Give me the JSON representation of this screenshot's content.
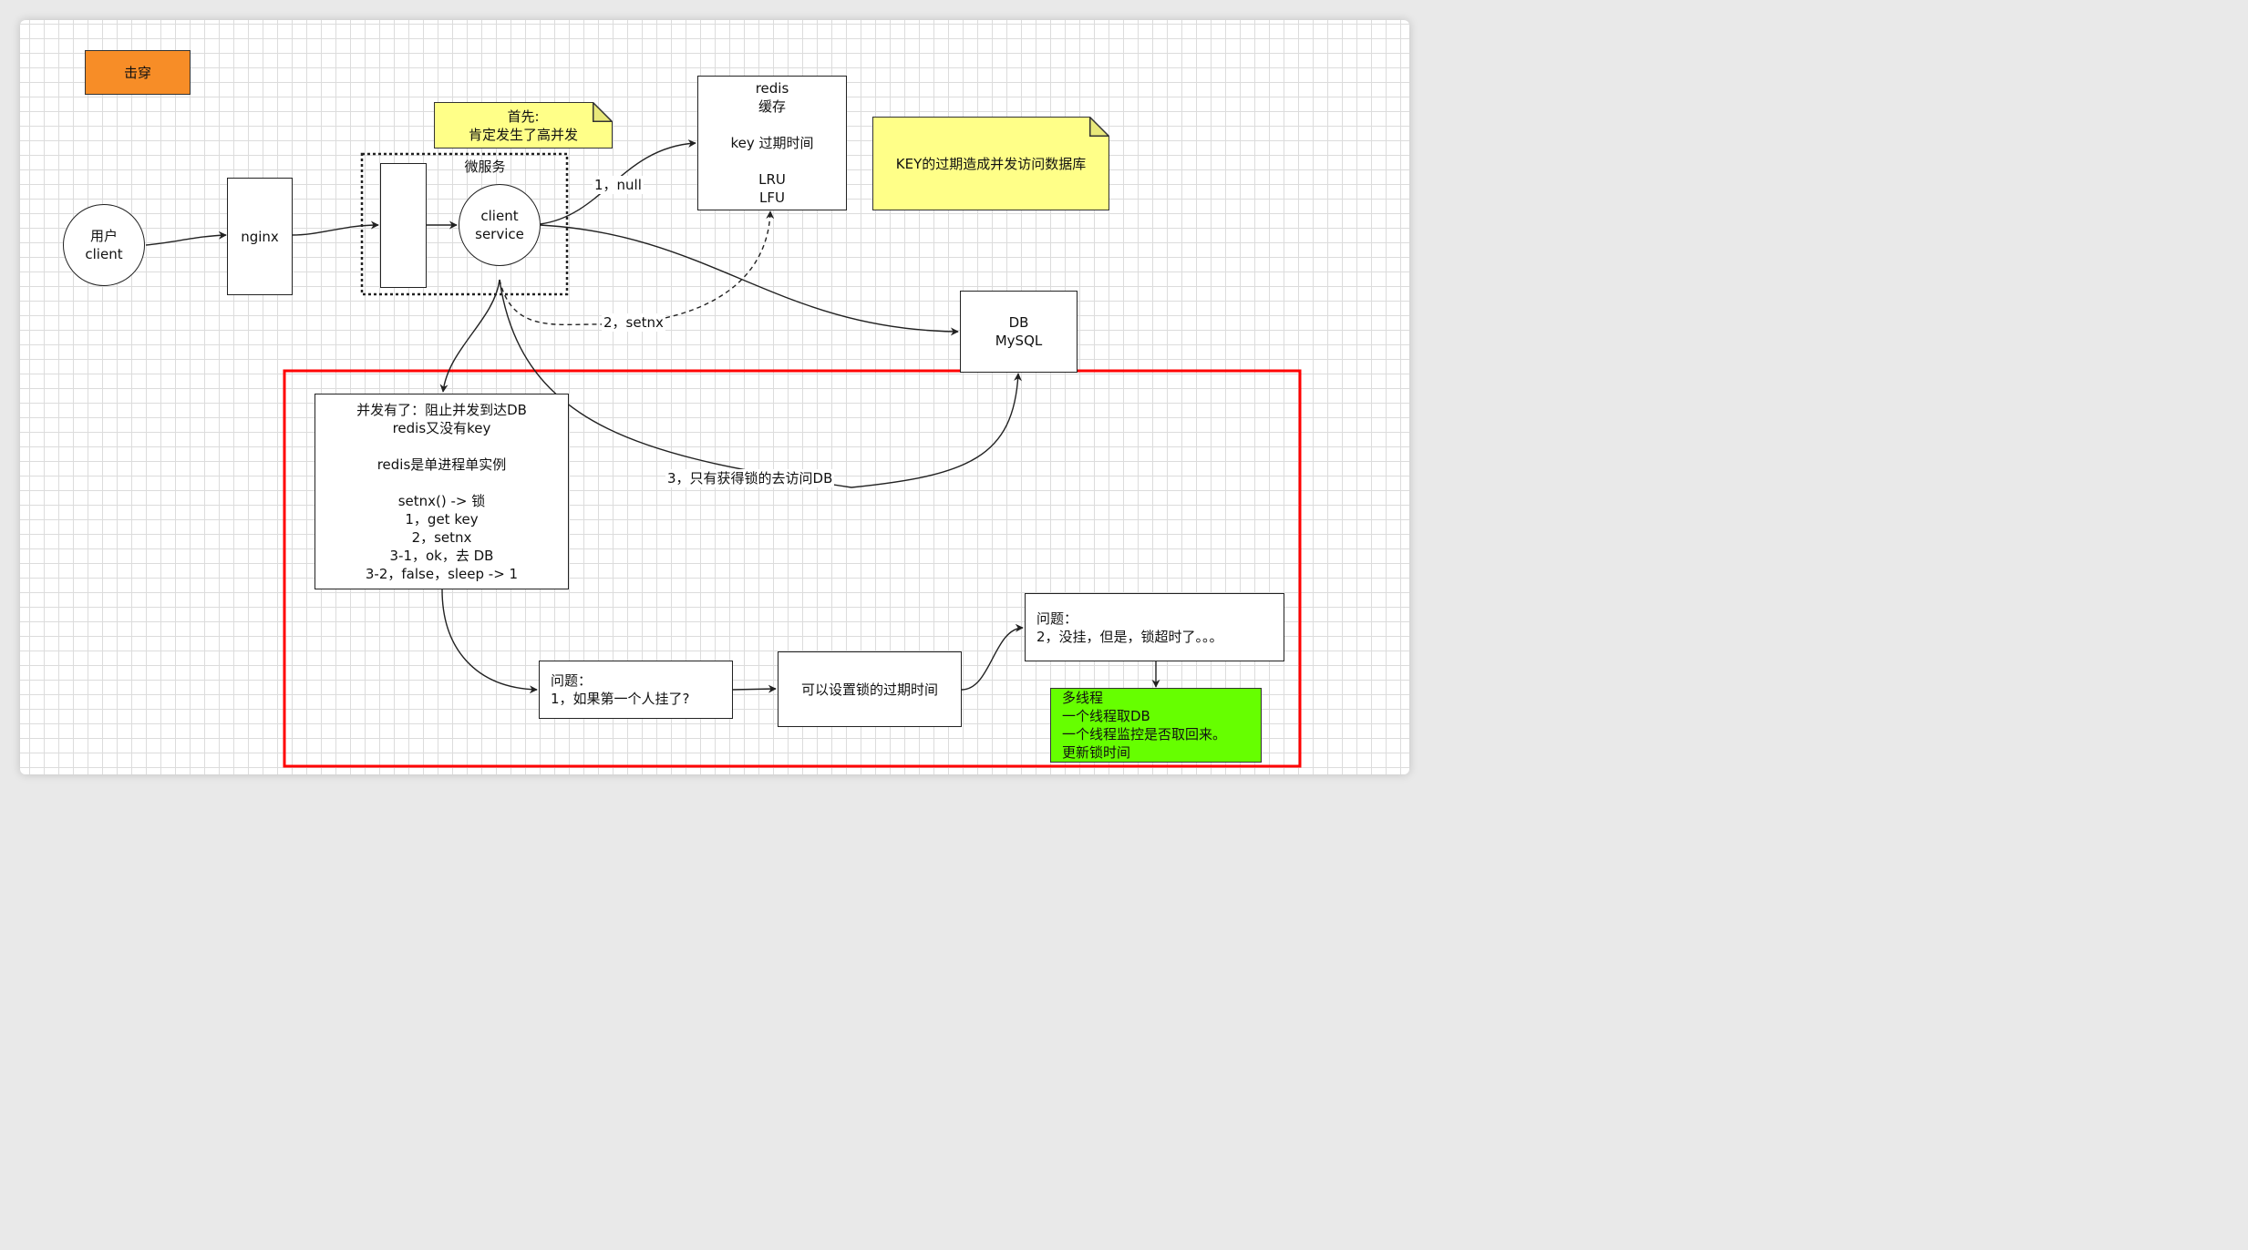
{
  "title_box": {
    "label": "击穿",
    "color": "#f78d27"
  },
  "note_first": {
    "label": "首先:\n肯定发生了高并发",
    "color": "#ffff88"
  },
  "note_key": {
    "label": "KEY的过期造成并发访问数据库",
    "color": "#ffff88"
  },
  "user": {
    "label": "用户\nclient"
  },
  "nginx": {
    "label": "nginx"
  },
  "microservice": {
    "label": "微服务"
  },
  "client_service": {
    "label": "client\nservice"
  },
  "redis": {
    "label": "redis\n缓存\n\nkey 过期时间\n\nLRU\nLFU"
  },
  "db": {
    "label": "DB\nMySQL"
  },
  "concurrency": {
    "label": "并发有了：阻止并发到达DB\nredis又没有key\n\nredis是单进程单实例\n\nsetnx()  ->  锁\n1，get key\n2，setnx\n3-1，ok，去 DB\n3-2，false，sleep  -> 1"
  },
  "problem1": {
    "label": "问题：\n1，如果第一个人挂了?"
  },
  "lock_expire": {
    "label": "可以设置锁的过期时间"
  },
  "problem2": {
    "label": "问题：\n2，没挂，但是，锁超时了。。。"
  },
  "multithread": {
    "label": "多线程\n一个线程取DB\n一个线程监控是否取回来。\n更新锁时间",
    "color": "#66ff00"
  },
  "edges": {
    "e1": "1，null",
    "e2": "2，setnx",
    "e3": "3，只有获得锁的去访问DB"
  },
  "highlight_color": "#ff0000"
}
